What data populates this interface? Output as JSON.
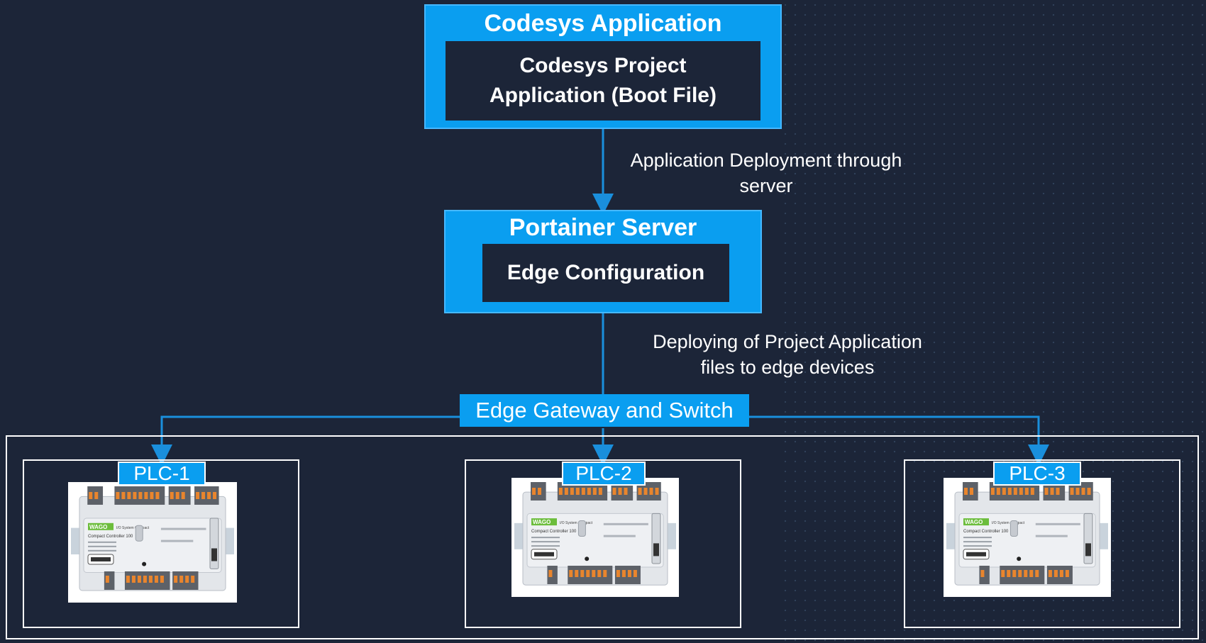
{
  "codesys": {
    "title": "Codesys Application",
    "inner_line1": "Codesys Project",
    "inner_line2": "Application (Boot File)"
  },
  "deployment_label": {
    "line1": "Application Deployment through",
    "line2": "server"
  },
  "portainer": {
    "title": "Portainer Server",
    "inner": "Edge Configuration"
  },
  "deploying_label": {
    "line1": "Deploying of Project Application",
    "line2": "files to edge devices"
  },
  "gateway": {
    "label": "Edge Gateway and Switch"
  },
  "plcs": [
    {
      "label": "PLC-1"
    },
    {
      "label": "PLC-2"
    },
    {
      "label": "PLC-3"
    }
  ],
  "device": {
    "brand": "WAGO",
    "subtitle": "I/O System Compact",
    "model": "Compact Controller 100"
  },
  "colors": {
    "background": "#1c2538",
    "accent": "#0a9ef0",
    "line": "#1a8fdc"
  }
}
